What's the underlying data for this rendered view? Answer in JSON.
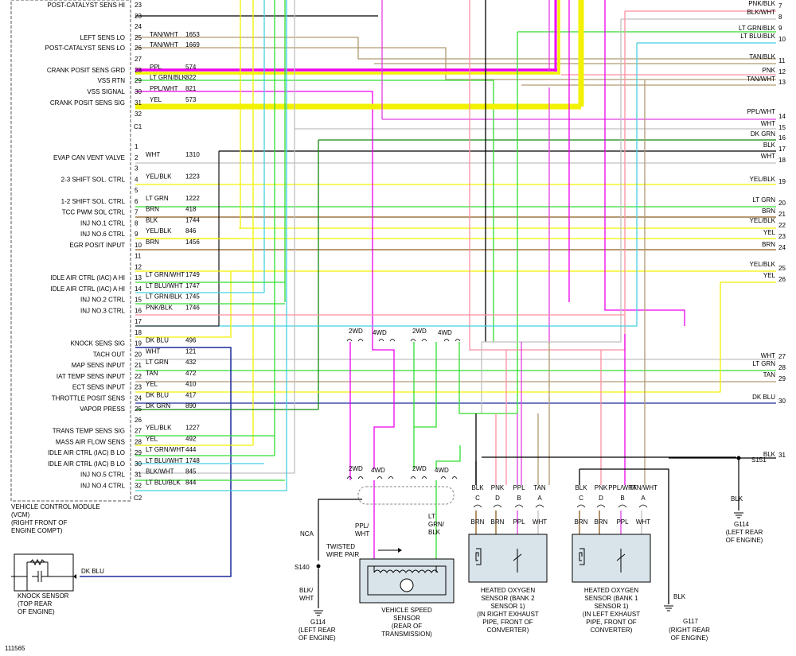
{
  "diagram_id": "111565",
  "vcm": {
    "connector_c1": "C1",
    "connector_c2": "C2",
    "caption": [
      "VEHICLE CONTROL MODULE",
      "(VCM)",
      "(RIGHT FRONT OF",
      "ENGINE COMPT)"
    ]
  },
  "pins_c1": [
    {
      "pin": "23",
      "func": "POST-CATALYST SENS HI",
      "color": "",
      "circuit": ""
    },
    {
      "pin": "23",
      "func": "",
      "color": "",
      "circuit": ""
    },
    {
      "pin": "24",
      "func": "",
      "color": "",
      "circuit": ""
    },
    {
      "pin": "25",
      "func": "LEFT SENS LO",
      "color": "TAN/WHT",
      "circuit": "1653"
    },
    {
      "pin": "26",
      "func": "POST-CATALYST SENS LO",
      "color": "TAN/WHT",
      "circuit": "1669"
    },
    {
      "pin": "27",
      "func": "",
      "color": "",
      "circuit": ""
    },
    {
      "pin": "28",
      "func": "CRANK POSIT SENS GRD",
      "color": "PPL",
      "circuit": "574"
    },
    {
      "pin": "29",
      "func": "VSS RTN",
      "color": "LT GRN/BLK",
      "circuit": "822"
    },
    {
      "pin": "30",
      "func": "VSS SIGNAL",
      "color": "PPL/WHT",
      "circuit": "821"
    },
    {
      "pin": "31",
      "func": "CRANK POSIT SENS SIG",
      "color": "YEL",
      "circuit": "573"
    },
    {
      "pin": "32",
      "func": "",
      "color": "",
      "circuit": ""
    }
  ],
  "pins_c2": [
    {
      "pin": "1",
      "func": "",
      "color": "",
      "circuit": ""
    },
    {
      "pin": "2",
      "func": "EVAP CAN VENT VALVE",
      "color": "WHT",
      "circuit": "1310"
    },
    {
      "pin": "3",
      "func": "",
      "color": "",
      "circuit": ""
    },
    {
      "pin": "4",
      "func": "2-3 SHIFT SOL. CTRL",
      "color": "YEL/BLK",
      "circuit": "1223"
    },
    {
      "pin": "5",
      "func": "",
      "color": "",
      "circuit": ""
    },
    {
      "pin": "6",
      "func": "1-2 SHIFT SOL. CTRL",
      "color": "LT GRN",
      "circuit": "1222"
    },
    {
      "pin": "7",
      "func": "TCC PWM SOL CTRL",
      "color": "BRN",
      "circuit": "418"
    },
    {
      "pin": "8",
      "func": "INJ NO.1 CTRL",
      "color": "BLK",
      "circuit": "1744"
    },
    {
      "pin": "9",
      "func": "INJ NO.6 CTRL",
      "color": "YEL/BLK",
      "circuit": "846"
    },
    {
      "pin": "10",
      "func": "EGR POSIT INPUT",
      "color": "BRN",
      "circuit": "1456"
    },
    {
      "pin": "11",
      "func": "",
      "color": "",
      "circuit": ""
    },
    {
      "pin": "12",
      "func": "",
      "color": "",
      "circuit": ""
    },
    {
      "pin": "13",
      "func": "IDLE AIR CTRL (IAC) A HI",
      "color": "LT GRN/WHT",
      "circuit": "1749"
    },
    {
      "pin": "14",
      "func": "IDLE AIR CTRL (IAC) A HI",
      "color": "LT BLU/WHT",
      "circuit": "1747"
    },
    {
      "pin": "15",
      "func": "INJ NO.2 CTRL",
      "color": "LT GRN/BLK",
      "circuit": "1745"
    },
    {
      "pin": "16",
      "func": "INJ NO.3 CTRL",
      "color": "PNK/BLK",
      "circuit": "1746"
    },
    {
      "pin": "17",
      "func": "",
      "color": "",
      "circuit": ""
    },
    {
      "pin": "18",
      "func": "",
      "color": "",
      "circuit": ""
    },
    {
      "pin": "19",
      "func": "KNOCK SENS SIG",
      "color": "DK BLU",
      "circuit": "496"
    },
    {
      "pin": "20",
      "func": "TACH OUT",
      "color": "WHT",
      "circuit": "121"
    },
    {
      "pin": "21",
      "func": "MAP SENS INPUT",
      "color": "LT GRN",
      "circuit": "432"
    },
    {
      "pin": "22",
      "func": "IAT TEMP SENS INPUT",
      "color": "TAN",
      "circuit": "472"
    },
    {
      "pin": "23",
      "func": "ECT SENS INPUT",
      "color": "YEL",
      "circuit": "410"
    },
    {
      "pin": "24",
      "func": "THROTTLE POSIT SENS",
      "color": "DK BLU",
      "circuit": "417"
    },
    {
      "pin": "25",
      "func": "VAPOR PRESS",
      "color": "DK GRN",
      "circuit": "890"
    },
    {
      "pin": "26",
      "func": "",
      "color": "",
      "circuit": ""
    },
    {
      "pin": "27",
      "func": "TRANS TEMP SENS SIG",
      "color": "YEL/BLK",
      "circuit": "1227"
    },
    {
      "pin": "28",
      "func": "MASS AIR FLOW SENS",
      "color": "YEL",
      "circuit": "492"
    },
    {
      "pin": "29",
      "func": "IDLE AIR CTRL (IAC) B LO",
      "color": "LT GRN/WHT",
      "circuit": "444"
    },
    {
      "pin": "30",
      "func": "IDLE AIR CTRL (IAC) B LO",
      "color": "LT BLU/WHT",
      "circuit": "1748"
    },
    {
      "pin": "31",
      "func": "INJ NO.5 CTRL",
      "color": "BLK/WHT",
      "circuit": "845"
    },
    {
      "pin": "32",
      "func": "INJ NO.4 CTRL",
      "color": "LT BLU/BLK",
      "circuit": "844"
    }
  ],
  "right_wires": [
    {
      "num": "7",
      "label": "PNK/BLK"
    },
    {
      "num": "8",
      "label": "BLK/WHT"
    },
    {
      "num": "9",
      "label": "LT GRN/BLK"
    },
    {
      "num": "10",
      "label": "LT BLU/BLK"
    },
    {
      "num": "11",
      "label": "TAN/BLK"
    },
    {
      "num": "12",
      "label": "PNK"
    },
    {
      "num": "13",
      "label": "TAN/WHT"
    },
    {
      "num": "14",
      "label": "PPL/WHT"
    },
    {
      "num": "15",
      "label": "WHT"
    },
    {
      "num": "16",
      "label": "DK GRN"
    },
    {
      "num": "17",
      "label": "BLK"
    },
    {
      "num": "18",
      "label": "WHT"
    },
    {
      "num": "19",
      "label": "YEL/BLK"
    },
    {
      "num": "20",
      "label": "LT GRN"
    },
    {
      "num": "21",
      "label": "BRN"
    },
    {
      "num": "22",
      "label": "YEL/BLK"
    },
    {
      "num": "23",
      "label": "YEL"
    },
    {
      "num": "24",
      "label": "BRN"
    },
    {
      "num": "25",
      "label": "YEL/BLK"
    },
    {
      "num": "26",
      "label": "YEL"
    },
    {
      "num": "27",
      "label": "WHT"
    },
    {
      "num": "28",
      "label": "LT GRN"
    },
    {
      "num": "29",
      "label": "TAN"
    },
    {
      "num": "30",
      "label": "DK BLU"
    },
    {
      "num": "31",
      "label": "BLK"
    }
  ],
  "splice_labels": {
    "mid1_2wd": "2WD",
    "mid1_4wd": "4WD",
    "mid2_2wd": "2WD",
    "mid2_4wd": "4WD",
    "low1_2wd": "2WD",
    "low1_4wd": "4WD",
    "low2_2wd": "2WD",
    "low2_4wd": "4WD"
  },
  "knock_sensor": {
    "wire": "DK BLU",
    "caption": [
      "KNOCK SENSOR",
      "(TOP REAR",
      "OF ENGINE)"
    ]
  },
  "vss": {
    "wire_left": [
      "PPL/",
      "WHT"
    ],
    "wire_right": [
      "LT",
      "GRN/",
      "BLK"
    ],
    "twisted": [
      "TWISTED",
      "WIRE PAIR"
    ],
    "caption": [
      "VEHICLE SPEED",
      "SENSOR",
      "(REAR OF",
      "TRANSMISSION)"
    ]
  },
  "shield": {
    "nca": "NCA",
    "s140": "S140",
    "ground_wire": [
      "BLK/",
      "WHT"
    ],
    "ground": "G114",
    "ground_caption": [
      "(LEFT REAR",
      "OF ENGINE)"
    ]
  },
  "hos2": {
    "top_colors": [
      "BLK",
      "PNK",
      "PPL",
      "TAN"
    ],
    "pins": [
      "C",
      "D",
      "B",
      "A"
    ],
    "bottom_colors": [
      "BRN",
      "BRN",
      "PPL",
      "WHT"
    ],
    "caption": [
      "HEATED OXYGEN",
      "SENSOR (BANK 2",
      "SENSOR 1)",
      "(IN RIGHT EXHAUST",
      "PIPE, FRONT OF",
      "CONVERTER)"
    ]
  },
  "hos1": {
    "top_colors": [
      "BLK",
      "PNK",
      "PPL/WHT",
      "TAN/WHT"
    ],
    "pins": [
      "C",
      "D",
      "B",
      "A"
    ],
    "bottom_colors": [
      "BRN",
      "BRN",
      "PPL",
      "WHT"
    ],
    "caption": [
      "HEATED OXYGEN",
      "SENSOR (BANK 1",
      "SENSOR 1)",
      "(IN LEFT EXHAUST",
      "PIPE, FRONT OF",
      "CONVERTER)"
    ]
  },
  "s151": {
    "splice": "S151",
    "wire": "BLK",
    "g114": "G114",
    "g114_caption": [
      "(LEFT REAR",
      "OF ENGINE)"
    ],
    "g117_wire": "BLK",
    "g117": "G117",
    "g117_caption": [
      "(RIGHT REAR",
      "OF ENGINE)"
    ]
  },
  "colors": {
    "YEL": "#f2f200",
    "WHT": "#c0c0c0",
    "BLK": "#000000",
    "PNK": "#ff8fa0",
    "PPL": "#e040e0",
    "TAN": "#b09a70",
    "BRN": "#8a5a1a",
    "LTGRN": "#33dd33",
    "DKGRN": "#118811",
    "LTBLU": "#44d0e0",
    "DKBLU": "#0a1a80",
    "MAGENTA": "#ee00ee",
    "DKBLUE2": "#1c2a9a"
  }
}
